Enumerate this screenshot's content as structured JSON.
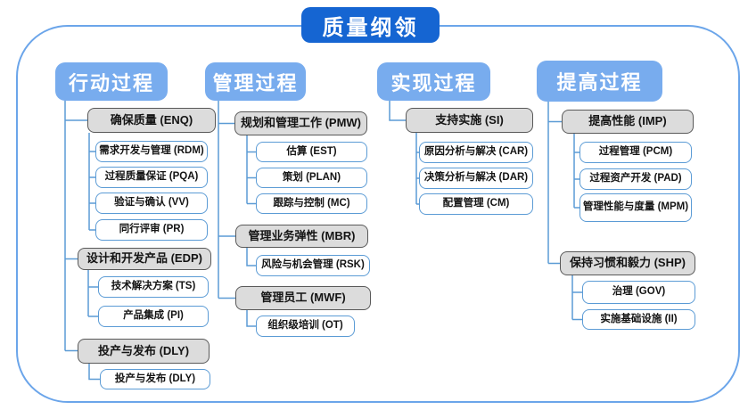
{
  "title": "质量纲领",
  "columns": [
    {
      "header": "行动过程",
      "groups": [
        {
          "label": "确保质量 (ENQ)",
          "children": [
            "需求开发与管理 (RDM)",
            "过程质量保证 (PQA)",
            "验证与确认 (VV)",
            "同行评审 (PR)"
          ]
        },
        {
          "label": "设计和开发产品 (EDP)",
          "children": [
            "技术解决方案 (TS)",
            "产品集成 (PI)"
          ]
        },
        {
          "label": "投产与发布 (DLY)",
          "children": [
            "投产与发布 (DLY)"
          ]
        }
      ]
    },
    {
      "header": "管理过程",
      "groups": [
        {
          "label": "规划和管理工作 (PMW)",
          "children": [
            "估算 (EST)",
            "策划 (PLAN)",
            "跟踪与控制 (MC)"
          ]
        },
        {
          "label": "管理业务弹性 (MBR)",
          "children": [
            "风险与机会管理 (RSK)"
          ]
        },
        {
          "label": "管理员工 (MWF)",
          "children": [
            "组织级培训 (OT)"
          ]
        }
      ]
    },
    {
      "header": "实现过程",
      "groups": [
        {
          "label": "支持实施 (SI)",
          "children": [
            "原因分析与解决 (CAR)",
            "决策分析与解决 (DAR)",
            "配置管理 (CM)"
          ]
        }
      ]
    },
    {
      "header": "提高过程",
      "groups": [
        {
          "label": "提高性能 (IMP)",
          "children": [
            "过程管理 (PCM)",
            "过程资产开发 (PAD)",
            "管理性能与度量 (MPM)"
          ]
        },
        {
          "label": "保持习惯和毅力 (SHP)",
          "children": [
            "治理 (GOV)",
            "实施基础设施 (II)"
          ]
        }
      ]
    }
  ],
  "colors": {
    "title_bg": "#1565d2",
    "header_bg": "#78acee",
    "connector": "#5b9bd5",
    "white_border": "#5b9bd5",
    "gray_fill": "#dcdcdc",
    "gray_border": "#595959",
    "frame_border": "#6ba5ea"
  }
}
